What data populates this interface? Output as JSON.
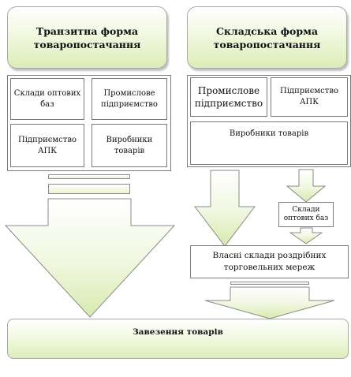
{
  "left": {
    "title": "Транзитна форма товаропостачання",
    "boxes": [
      "Склади оптових баз",
      "Промислове підприємство",
      "Підприємство АПК",
      "Виробники товарів"
    ]
  },
  "right": {
    "title": "Складська форма товаропостачання",
    "boxes": [
      "Промислове підприємство",
      "Підприємство АПК",
      "Виробники товарів"
    ],
    "warehouse": "Склади оптових баз",
    "retail": "Власні склади роздрібних торговельних мереж"
  },
  "footer": "Завезення товарів",
  "colors": {
    "fill_light": "#f3f9e4",
    "fill_green": "#dcedb7",
    "border": "#7a7a7a"
  }
}
